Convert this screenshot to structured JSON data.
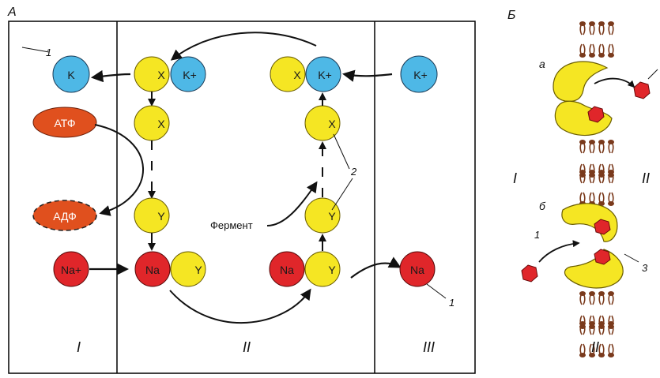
{
  "panel_a": {
    "label": "А",
    "sections": [
      "I",
      "II",
      "III"
    ],
    "ions": {
      "k": "K",
      "k_plus": "K+",
      "na": "Na",
      "na_plus": "Na+",
      "x": "X",
      "y": "Y"
    },
    "energy": {
      "atp": "АТФ",
      "adp": "АДФ"
    },
    "enzyme_label": "Фермент",
    "callouts": {
      "one": "1",
      "two": "2"
    }
  },
  "panel_b": {
    "label": "Б",
    "state_a": "а",
    "state_b": "б",
    "side_left": "I",
    "side_right": "II",
    "bottom": "II",
    "callouts": {
      "one": "1",
      "three": "3"
    }
  },
  "colors": {
    "k_ion": "#4eb8e6",
    "na_ion": "#e0262a",
    "carrier": "#f5e623",
    "atp": "#e0501e",
    "membrane": "#7a3a1c",
    "frame": "#000000"
  }
}
